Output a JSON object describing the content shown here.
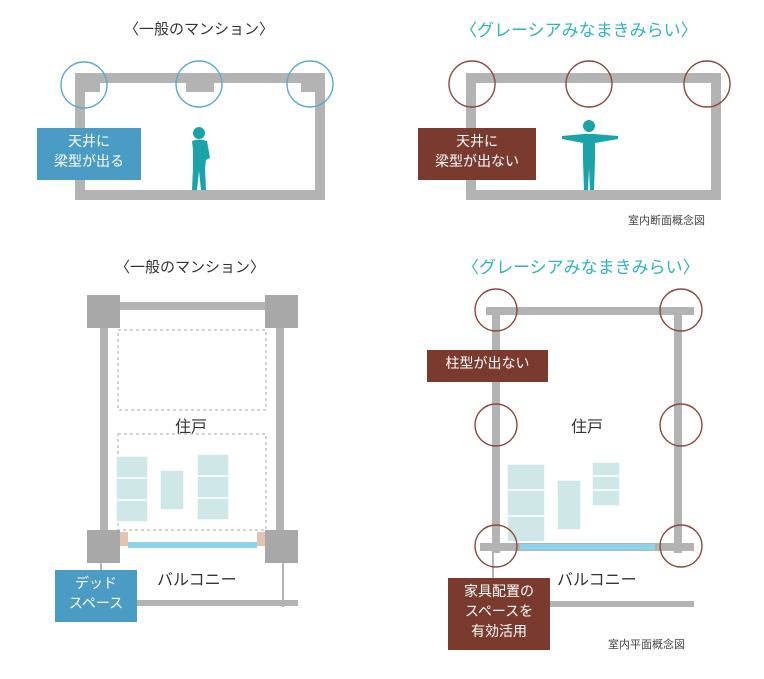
{
  "sections": {
    "section_top": {
      "left_title": "〈一般のマンション〉",
      "right_title": "〈グレーシアみなまきみらい〉",
      "left_callout": [
        "天井に",
        "梁型が出る"
      ],
      "right_callout": [
        "天井に",
        "梁型が出ない"
      ],
      "caption": "室内断面概念図"
    },
    "section_bottom": {
      "left_title": "〈一般のマンション〉",
      "right_title": "〈グレーシアみなまきみらい〉",
      "room_label_left": "住戸",
      "room_label_right": "住戸",
      "balcony_label_left": "バルコニー",
      "balcony_label_right": "バルコニー",
      "left_callout": [
        "デッド",
        "スペース"
      ],
      "right_callout_top": "柱型が出ない",
      "right_callout_bottom": [
        "家具配置の",
        "スペースを",
        "有効活用"
      ],
      "caption": "室内平面概念図"
    }
  },
  "colors": {
    "wall": "#b3b3b3",
    "teal_figure": "#1aa3a8",
    "brand_text": "#2fb3c4",
    "blue_callout": "#4a9cc4",
    "brown_callout": "#7a3b2e",
    "circle_blue": "#5aa9d1",
    "circle_brown": "#8a4a3e",
    "furniture": "#cfe7e6",
    "window": "#8fd3ea"
  }
}
